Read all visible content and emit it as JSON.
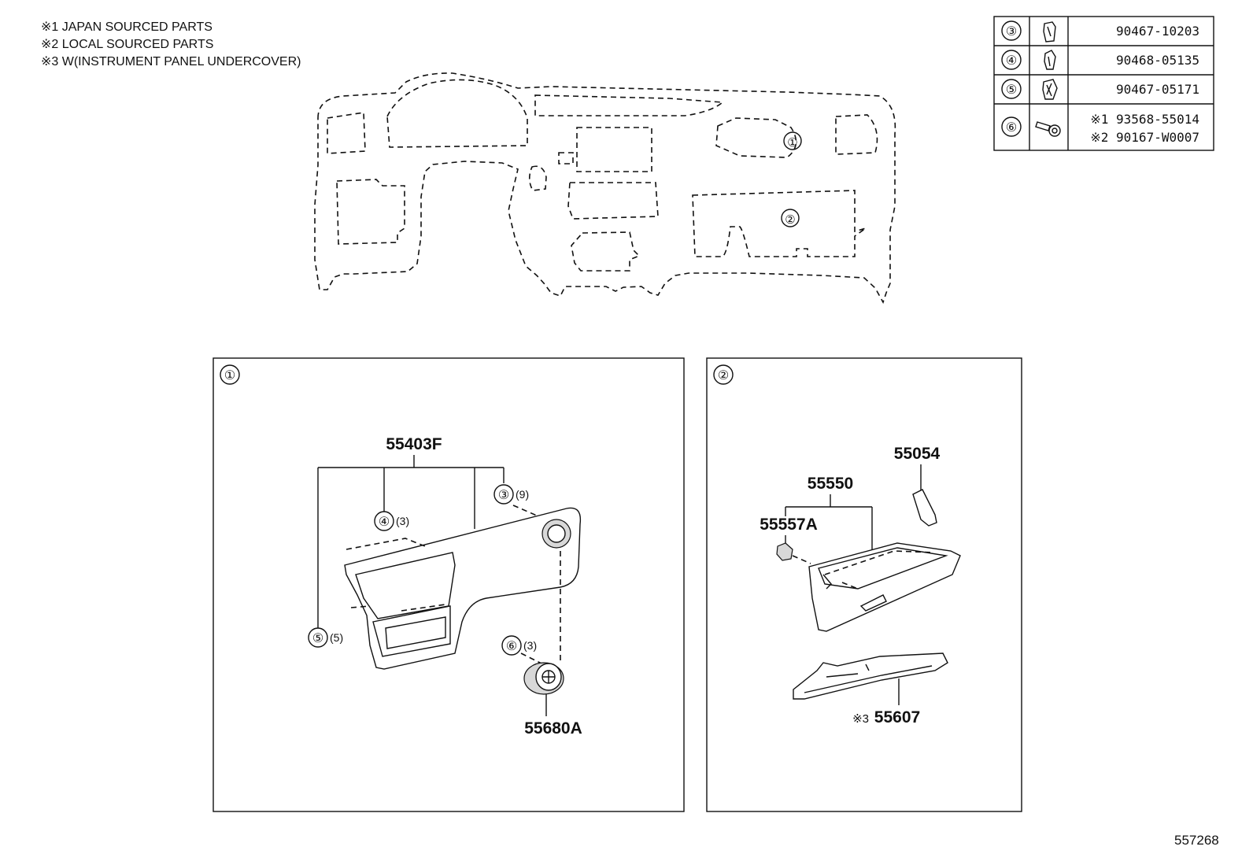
{
  "notes": [
    "※1 JAPAN SOURCED PARTS",
    "※2 LOCAL SOURCED PARTS",
    "※3 W(INSTRUMENT PANEL UNDERCOVER)"
  ],
  "figure_id": "557268",
  "overview": {
    "callout_1": "①",
    "callout_2": "②"
  },
  "parts_table": [
    {
      "ref": "③",
      "icon": "clip-icon",
      "number": "90467-10203"
    },
    {
      "ref": "④",
      "icon": "clip-icon",
      "number": "90468-05135"
    },
    {
      "ref": "⑤",
      "icon": "clip-icon",
      "number": "90467-05171"
    },
    {
      "ref": "⑥",
      "icon": "screw-icon",
      "number_1": "※1 93568-55014",
      "number_2": "※2 90167-W0007"
    }
  ],
  "panel_1": {
    "label": "①",
    "part_panel": "55403F",
    "ref_3": "③",
    "qty_3": "(9)",
    "ref_4": "④",
    "qty_4": "(3)",
    "ref_5": "⑤",
    "qty_5": "(5)",
    "ref_6": "⑥",
    "qty_6": "(3)",
    "part_vent": "55680A"
  },
  "panel_2": {
    "label": "②",
    "part_lock": "55054",
    "part_glovebox": "55550",
    "part_stopper": "55557A",
    "note_undercover": "※3",
    "part_undercover": "55607"
  }
}
